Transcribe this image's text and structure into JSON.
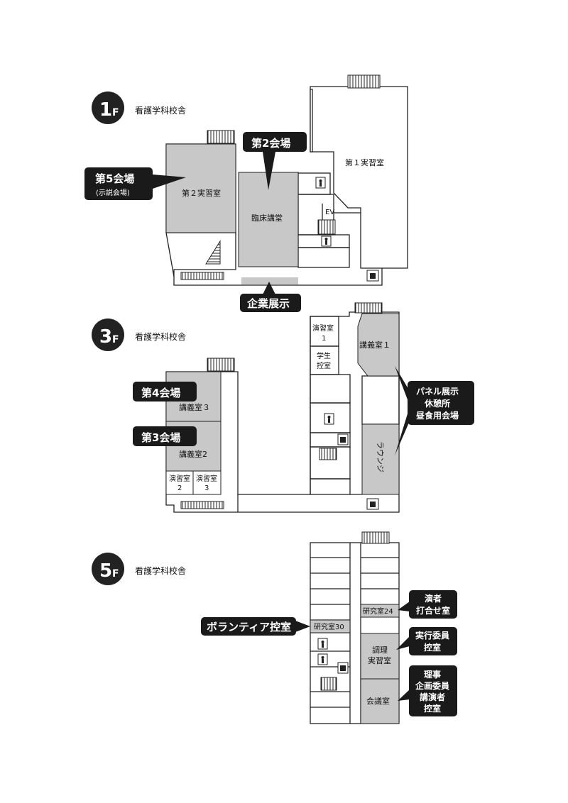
{
  "floors": [
    {
      "id": "1f",
      "badge_num": "1",
      "badge_f": "F",
      "building": "看護学科校舎"
    },
    {
      "id": "3f",
      "badge_num": "3",
      "badge_f": "F",
      "building": "看護学科校舎"
    },
    {
      "id": "5f",
      "badge_num": "5",
      "badge_f": "F",
      "building": "看護学科校舎"
    }
  ],
  "rooms_1f": {
    "jisshu1": "第１実習室",
    "jisshu2": "第２実習室",
    "rinsho": "臨床講堂",
    "ev": "EV"
  },
  "rooms_3f": {
    "kogi1": "講義室１",
    "kogi2": "講義室2",
    "kogi3": "講義室３",
    "enshu1_a": "演習室",
    "enshu1_b": "1",
    "gakusei_a": "学生",
    "gakusei_b": "控室",
    "enshu2_a": "演習室",
    "enshu2_b": "2",
    "enshu3_a": "演習室",
    "enshu3_b": "3",
    "lounge": "ラウンジ"
  },
  "rooms_5f": {
    "kenkyu30": "研究室30",
    "kenkyu24": "研究室24",
    "chori_a": "調理",
    "chori_b": "実習室",
    "kaigi": "会議室"
  },
  "callouts": {
    "venue2": "第2会場",
    "venue5": "第5会場",
    "venue5_sub": "(示説会場)",
    "kigyo": "企業展示",
    "venue4": "第4会場",
    "venue3": "第3会場",
    "panel_1": "パネル展示",
    "panel_2": "休憩所",
    "panel_3": "昼食用会場",
    "volunteer": "ボランティア控室",
    "ensha_1": "演者",
    "ensha_2": "打合せ室",
    "jikko_1": "実行委員",
    "jikko_2": "控室",
    "riji_1": "理事",
    "riji_2": "企画委員",
    "riji_3": "講演者",
    "riji_4": "控室"
  },
  "colors": {
    "venue_fill": "#c8c8c8",
    "callout_bg": "#1a1a1a",
    "wall": "#222222"
  }
}
